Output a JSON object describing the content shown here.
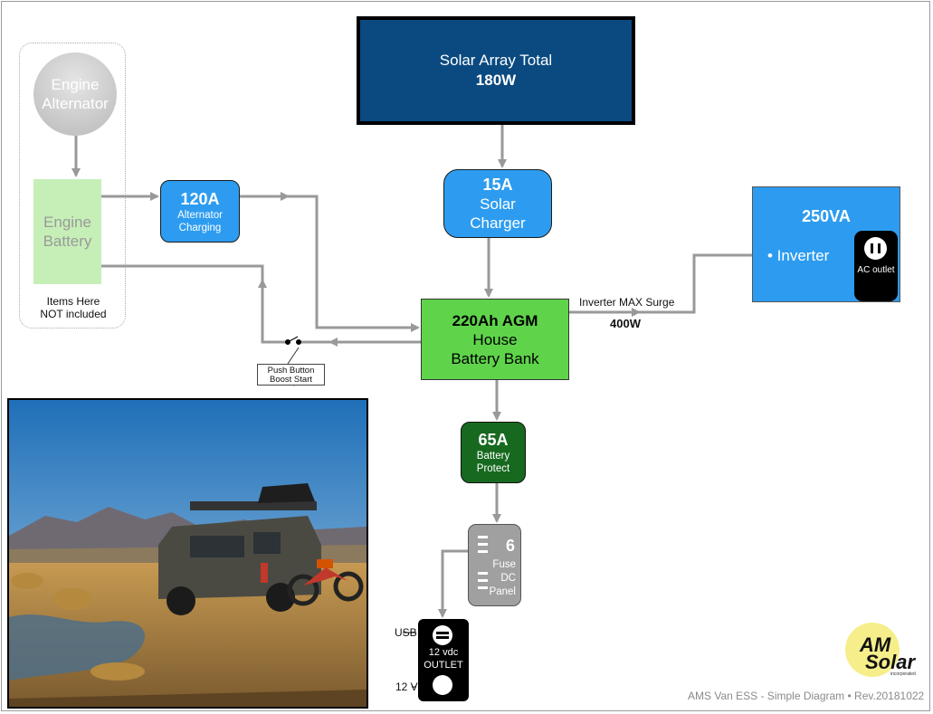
{
  "solar_array": {
    "line1": "Solar Array Total",
    "line2": "180W"
  },
  "solar_charger": {
    "line1": "15A",
    "line2": "Solar",
    "line3": "Charger"
  },
  "alternator": {
    "line1": "Engine",
    "line2": "Alternator"
  },
  "engine_battery": {
    "line1": "Engine",
    "line2": "Battery"
  },
  "not_included": {
    "line1": "Items Here",
    "line2": "NOT included"
  },
  "alternator_charging": {
    "line1": "120A",
    "line2": "Alternator",
    "line3": "Charging"
  },
  "house_battery": {
    "line1": "220Ah AGM",
    "line2": "House",
    "line3": "Battery Bank"
  },
  "push_button": {
    "line1": "Push Button",
    "line2": "Boost Start"
  },
  "inverter": {
    "title": "250VA",
    "label": "• Inverter",
    "ac_outlet": "AC outlet",
    "surge_label": "Inverter MAX Surge",
    "surge_value": "400W"
  },
  "battery_protect": {
    "line1": "65A",
    "line2": "Battery",
    "line3": "Protect"
  },
  "fuse_panel": {
    "count": "6",
    "line1": "Fuse",
    "line2": "DC",
    "line3": "Panel"
  },
  "outlet": {
    "usb_label": "USB ->",
    "line1": "12 vdc",
    "line2": "OUTLET",
    "v12_label": "12 V ->"
  },
  "logo": {
    "line1": "AM",
    "line2": "Solar",
    "line3": "incorporated"
  },
  "footer": "AMS Van ESS - Simple Diagram • Rev.20181022",
  "colors": {
    "solar_array": "#0a4a80",
    "charger": "#2d9cf0",
    "house_battery": "#5fd44b",
    "battery_protect": "#17691f",
    "fuse_panel": "#a0a0a0",
    "wire": "#999999"
  }
}
